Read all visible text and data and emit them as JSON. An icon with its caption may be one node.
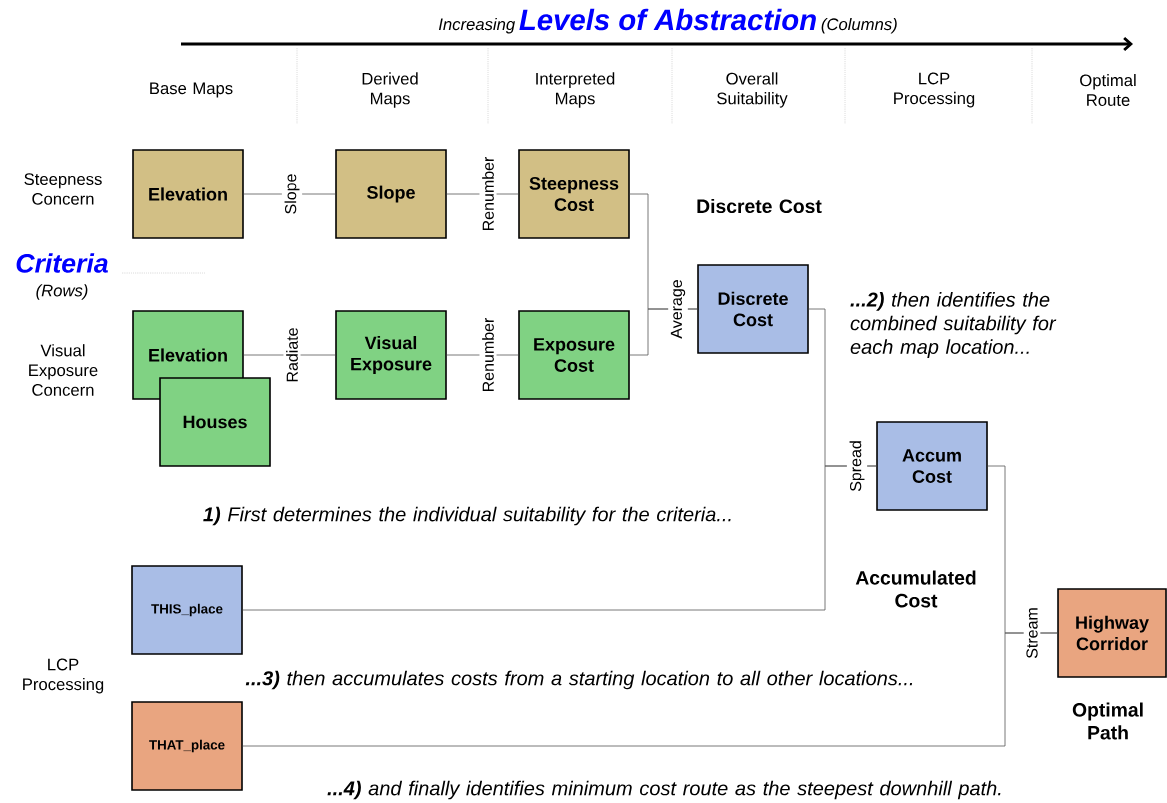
{
  "diagram": {
    "nodes": [
      {
        "text": [
          "Elevation"
        ]
      },
      {
        "text": [
          "Slope"
        ]
      },
      {
        "text": [
          "Steepness Cost"
        ]
      },
      {
        "text": [
          "Elevation"
        ]
      },
      {
        "text": [
          "Houses"
        ]
      },
      {
        "text": [
          "Visual Exposure"
        ]
      },
      {
        "text": [
          "Exposure Cost"
        ]
      },
      {
        "text": [
          "Discrete Cost"
        ],
        "beside": [
          "Discrete Cost"
        ]
      },
      {
        "text": [
          "Accum Cost"
        ],
        "beside": [
          "Accumulated Cost"
        ]
      },
      {
        "text": [
          "THIS_place"
        ]
      },
      {
        "text": [
          "THAT_place"
        ]
      },
      {
        "text": [
          "Highway Corridor"
        ],
        "beside": [
          "Optimal Path"
        ]
      }
    ],
    "edges": [
      {
        "from": 0,
        "to": 1,
        "arrow": "none",
        "label": "Slope"
      },
      {
        "from": 1,
        "to": 2,
        "arrow": "none",
        "label": "Renumber"
      },
      {
        "from": 3,
        "to": 5,
        "arrow": "none",
        "label": "Radiate"
      },
      {
        "from": 5,
        "to": 6,
        "arrow": "none",
        "label": "Renumber"
      },
      {
        "from": 2,
        "to": 7,
        "arrow": "none",
        "label": "Average"
      },
      {
        "from": 6,
        "to": 7,
        "arrow": "none"
      },
      {
        "from": 7,
        "to": 8,
        "arrow": "none",
        "label": "Spread"
      },
      {
        "from": 9,
        "to": 8,
        "arrow": "none"
      },
      {
        "from": 8,
        "to": 11,
        "arrow": "none",
        "label": "Stream"
      },
      {
        "from": 10,
        "to": 11,
        "arrow": "none"
      }
    ],
    "labels": [
      "Increasing",
      "Levels of Abstraction",
      "(Columns)",
      "Base Maps",
      "Derived Maps",
      "Interpreted Maps",
      "Overall Suitability",
      "LCP Processing",
      "Optimal Route",
      "Steepness Concern",
      "Criteria",
      "(Rows)",
      "Visual Exposure Concern",
      "**1)** First determines the individual suitability for the criteria...",
      "**...2)** then identifies the combined suitability for each map location...",
      "LCP Processing",
      "**...3)** then accumulates costs from a starting location to all other locations...",
      "**...4)** and finally identifies minimum cost route as the steepest downhill path."
    ]
  }
}
